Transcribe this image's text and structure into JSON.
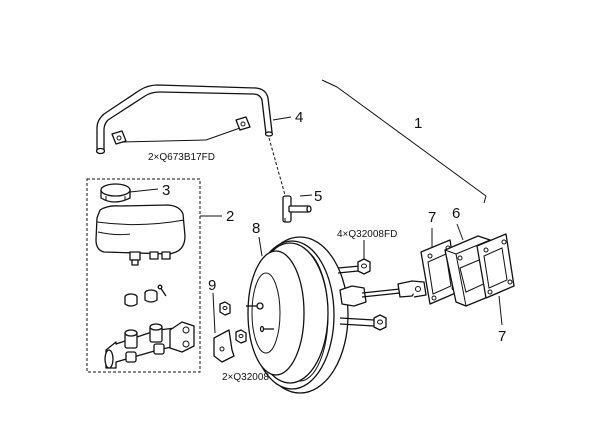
{
  "callouts": {
    "c1": "1",
    "c2": "2",
    "c3": "3",
    "c4": "4",
    "c5": "5",
    "c6": "6",
    "c7a": "7",
    "c7b": "7",
    "c8": "8",
    "c9": "9"
  },
  "notes": {
    "clip_qty": "2×Q673B17FD",
    "nut_qty_booster": "4×Q32008FD",
    "nut_qty_bracket": "2×Q32008"
  }
}
